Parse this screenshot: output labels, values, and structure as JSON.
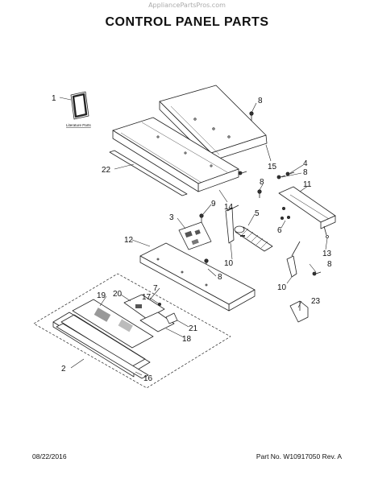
{
  "header": {
    "watermark": "AppliancePartsPros.com",
    "title": "CONTROL PANEL PARTS"
  },
  "diagram": {
    "literature_label": "Literature Parts",
    "callouts": {
      "c1": "1",
      "c2": "2",
      "c3": "3",
      "c4": "4",
      "c5": "5",
      "c6": "6",
      "c7": "7",
      "c8a": "8",
      "c8b": "8",
      "c8c": "8",
      "c8d": "8",
      "c8e": "8",
      "c9": "9",
      "c10a": "10",
      "c10b": "10",
      "c11": "11",
      "c12": "12",
      "c13": "13",
      "c14": "14",
      "c15": "15",
      "c16": "16",
      "c17": "17",
      "c18": "18",
      "c19": "19",
      "c20": "20",
      "c21": "21",
      "c22": "22",
      "c23": "23"
    }
  },
  "footer": {
    "date": "08/22/2016",
    "part_info": "Part No. W10917050  Rev. A"
  }
}
